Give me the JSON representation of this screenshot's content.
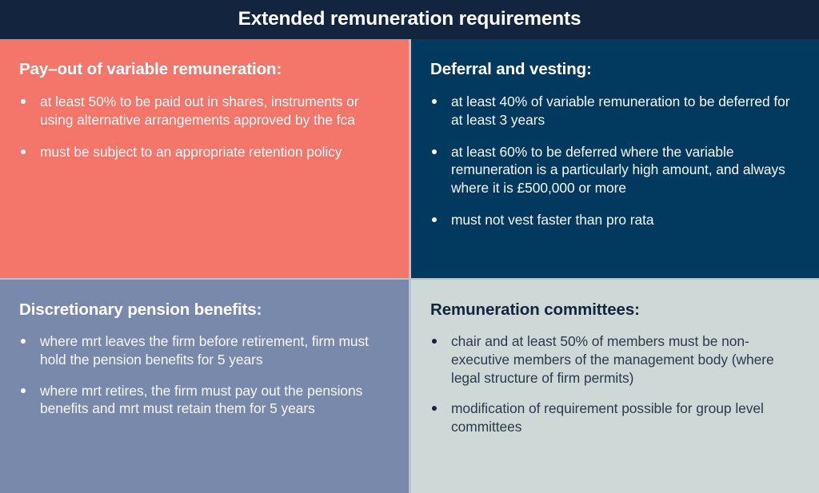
{
  "header": {
    "title": "Extended remuneration requirements"
  },
  "panels": [
    {
      "id": "pay-out-of-variable-remuneration",
      "heading": "Pay–out of variable remuneration:",
      "background": "#f4766a",
      "bullets": [
        "at least 50% to be paid out in shares, instruments or using alternative arrangements approved by the fca",
        "must be subject to an appropriate retention policy"
      ]
    },
    {
      "id": "deferral-and-vesting",
      "heading": "Deferral and vesting:",
      "background": "#02395e",
      "bullets": [
        "at least 40% of variable remuneration to be deferred for at least 3 years",
        "at least 60% to be deferred where the variable remuneration is a particularly high amount, and always where it is £500,000 or more",
        "must not vest faster than pro rata"
      ]
    },
    {
      "id": "discretionary-pension-benefits",
      "heading": "Discretionary pension benefits:",
      "background": "#7989ac",
      "bullets": [
        "where mrt leaves the firm before retirement, firm must hold the pension benefits for 5 years",
        "where mrt retires, the firm must pay out the pensions benefits and mrt must retain them for 5 years"
      ]
    },
    {
      "id": "remuneration-committees",
      "heading": "Remuneration committees:",
      "background": "#ced8d6",
      "bullets": [
        "chair and at least 50% of members must be non-executive members of the management body (where legal structure of firm permits)",
        "modification of requirement possible for group level committees"
      ]
    }
  ],
  "colors": {
    "header_background": "#13243f",
    "coral": "#f4766a",
    "navy": "#02395e",
    "slate": "#7989ac",
    "light_grey": "#ced8d6",
    "divider": "#b9c3c6",
    "light_text": "#f6f7f8",
    "dark_text": "#13243f"
  }
}
